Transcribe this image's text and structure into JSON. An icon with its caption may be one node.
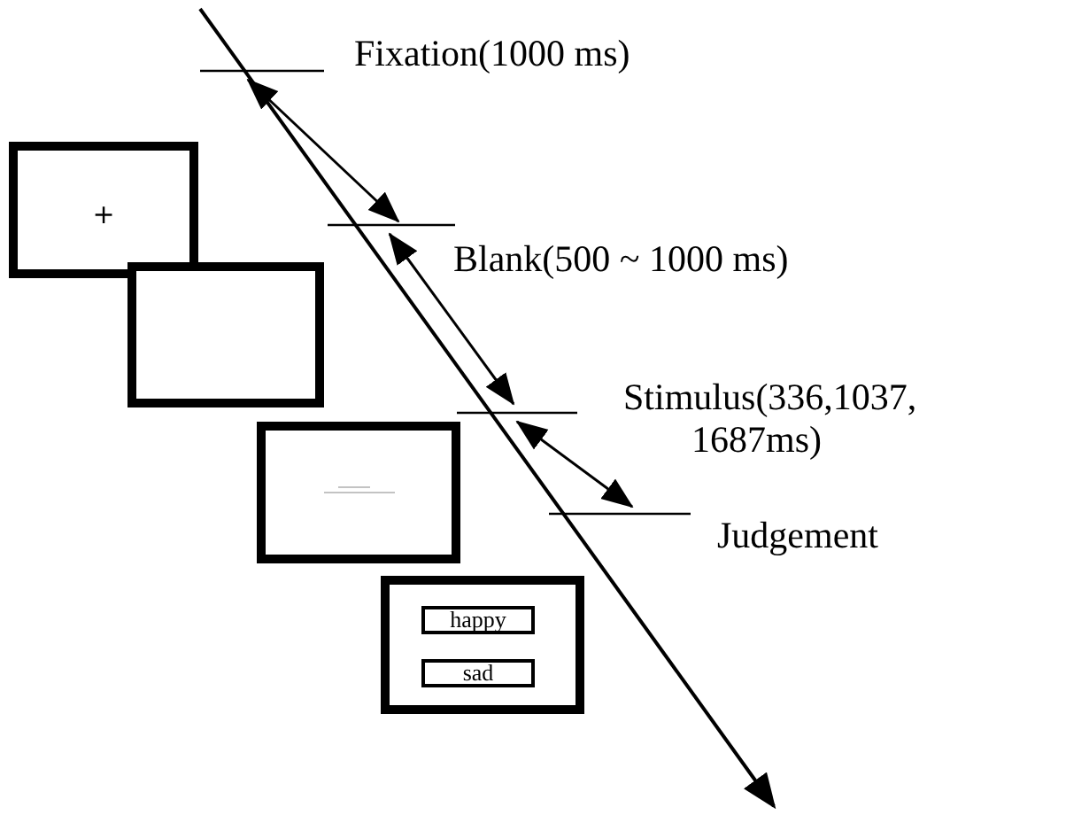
{
  "diagram": {
    "nodes": [
      {
        "text": [
          "+"
        ]
      },
      {
        "text": [],
        "shape": "box"
      },
      {
        "text": [],
        "shape": "box"
      },
      {
        "text": [],
        "shape": "box"
      },
      {
        "text": [
          "happy"
        ],
        "in": 3
      },
      {
        "text": [
          "sad"
        ],
        "in": 3
      }
    ],
    "labels": [
      "Fixation(1000 ms)",
      "Blank(500 ~ 1000 ms)",
      "Stimulus(336,1037, 1687ms)",
      "Judgement"
    ]
  }
}
